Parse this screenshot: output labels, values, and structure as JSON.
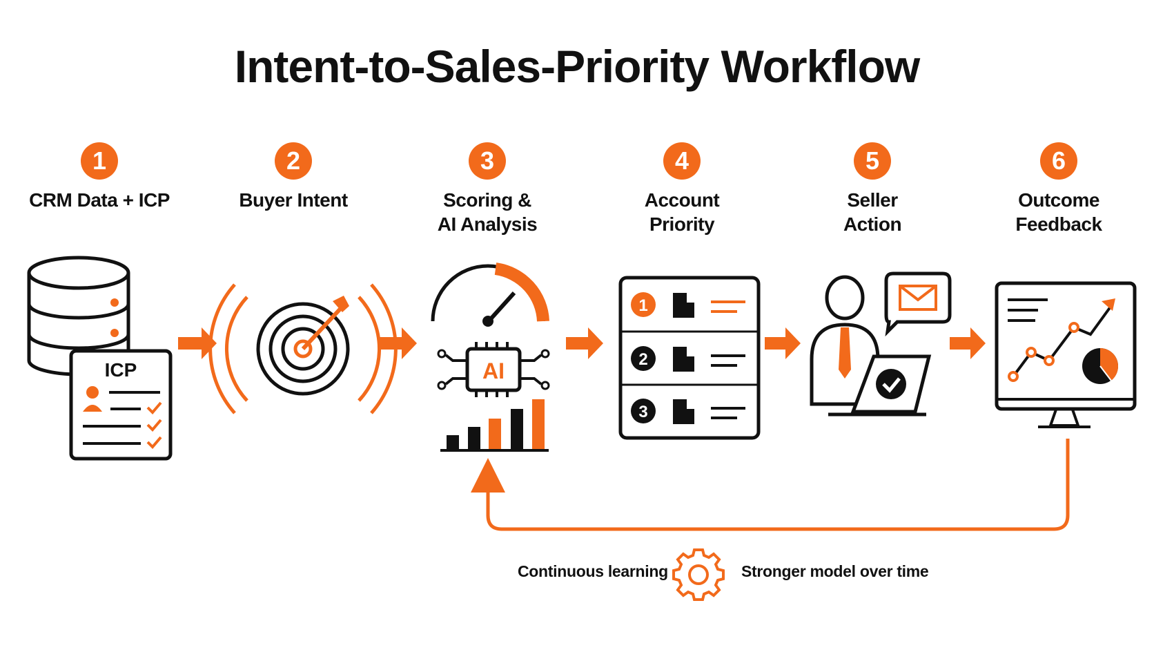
{
  "title": "Intent-to-Sales-Priority Workflow",
  "steps": [
    {
      "number": "1",
      "label": "CRM Data + ICP"
    },
    {
      "number": "2",
      "label": "Buyer Intent"
    },
    {
      "number": "3",
      "label": "Scoring &\nAI Analysis"
    },
    {
      "number": "4",
      "label": "Account\nPriority"
    },
    {
      "number": "5",
      "label": "Seller\nAction"
    },
    {
      "number": "6",
      "label": "Outcome\nFeedback"
    }
  ],
  "icp_card_label": "ICP",
  "ai_chip_label": "AI",
  "priority_ranks": [
    "1",
    "2",
    "3"
  ],
  "loop": {
    "left_caption": "Continuous learning",
    "right_caption": "Stronger model over time"
  },
  "colors": {
    "accent": "#f26a1b",
    "ink": "#111111",
    "background": "#ffffff"
  }
}
